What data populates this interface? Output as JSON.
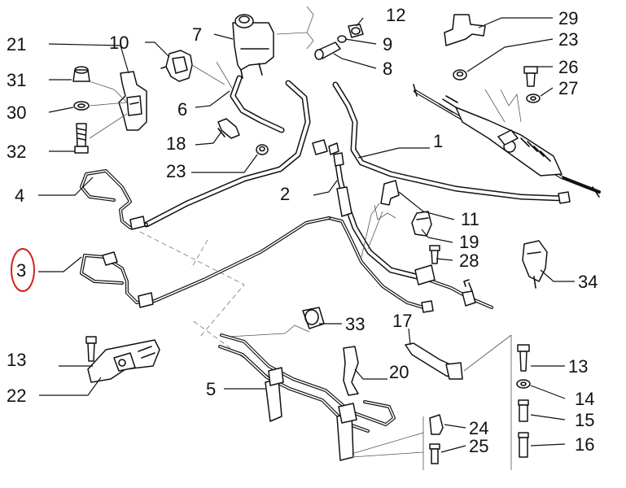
{
  "callouts": {
    "c1": "1",
    "c2": "2",
    "c3": "3",
    "c4": "4",
    "c5": "5",
    "c6": "6",
    "c7": "7",
    "c8": "8",
    "c9": "9",
    "c10": "10",
    "c11": "11",
    "c12": "12",
    "c13a": "13",
    "c13b": "13",
    "c14": "14",
    "c15": "15",
    "c16": "16",
    "c17": "17",
    "c18": "18",
    "c19": "19",
    "c20": "20",
    "c21": "21",
    "c22": "22",
    "c23a": "23",
    "c23b": "23",
    "c24": "24",
    "c25": "25",
    "c26": "26",
    "c27": "27",
    "c28": "28",
    "c29": "29",
    "c30": "30",
    "c31": "31",
    "c32": "32",
    "c33": "33",
    "c34": "34"
  },
  "highlight": {
    "callout": "3",
    "color": "#d42020"
  }
}
